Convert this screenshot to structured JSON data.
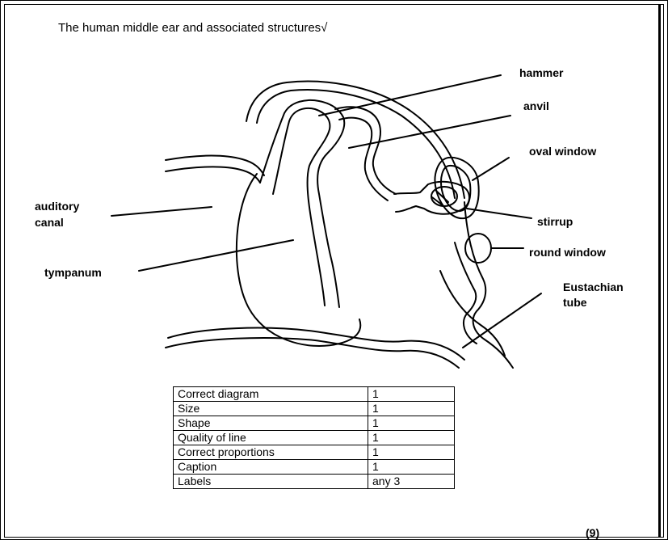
{
  "caption": "The human middle ear and associated structures√",
  "labels": {
    "hammer": "hammer",
    "anvil": "anvil",
    "oval_window": "oval window",
    "stirrup": "stirrup",
    "round_window": "round window",
    "eustachian_line1": "Eustachian",
    "eustachian_line2": "tube",
    "auditory_line1": "auditory",
    "auditory_line2": "canal",
    "tympanum": "tympanum"
  },
  "marks_table": [
    {
      "criterion": "Correct diagram",
      "mark": "1"
    },
    {
      "criterion": "Size",
      "mark": "1"
    },
    {
      "criterion": "Shape",
      "mark": "1"
    },
    {
      "criterion": "Quality of line",
      "mark": "1"
    },
    {
      "criterion": "Correct proportions",
      "mark": "1"
    },
    {
      "criterion": "Caption",
      "mark": "1"
    },
    {
      "criterion": "Labels",
      "mark": "any 3"
    }
  ],
  "total": "(9)"
}
